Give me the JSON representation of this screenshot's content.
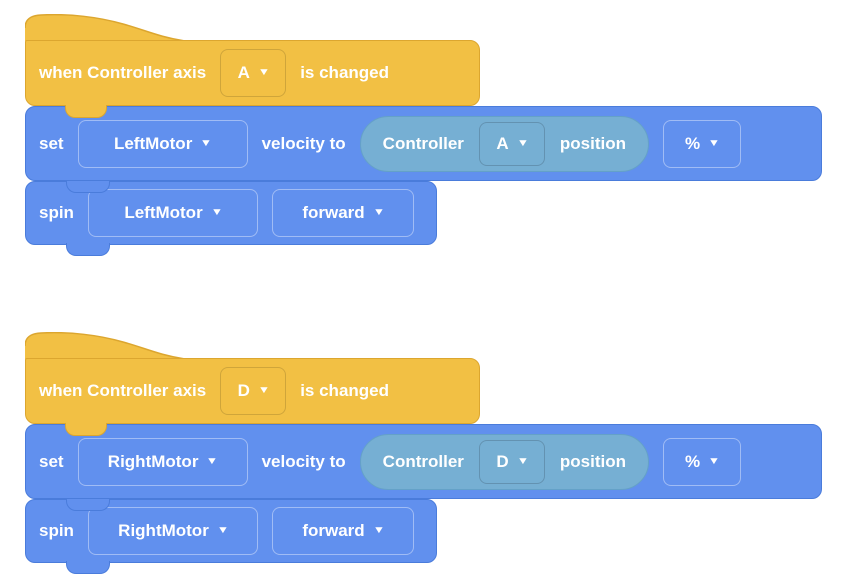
{
  "colors": {
    "event_block": "#F2C044",
    "motion_block": "#6190EE",
    "sensing_reporter": "#76AFD3",
    "text": "#ffffff"
  },
  "icons": {
    "dropdown_caret": "▼"
  },
  "stacks": [
    {
      "hat": {
        "label_prefix": "when Controller axis",
        "axis": "A",
        "label_suffix": "is changed"
      },
      "set_velocity": {
        "label_set": "set",
        "motor": "LeftMotor",
        "label_velocity_to": "velocity to",
        "reporter": {
          "label_controller": "Controller",
          "axis": "A",
          "label_position": "position"
        },
        "unit": "%"
      },
      "spin": {
        "label_spin": "spin",
        "motor": "LeftMotor",
        "direction": "forward"
      }
    },
    {
      "hat": {
        "label_prefix": "when Controller axis",
        "axis": "D",
        "label_suffix": "is changed"
      },
      "set_velocity": {
        "label_set": "set",
        "motor": "RightMotor",
        "label_velocity_to": "velocity to",
        "reporter": {
          "label_controller": "Controller",
          "axis": "D",
          "label_position": "position"
        },
        "unit": "%"
      },
      "spin": {
        "label_spin": "spin",
        "motor": "RightMotor",
        "direction": "forward"
      }
    }
  ]
}
